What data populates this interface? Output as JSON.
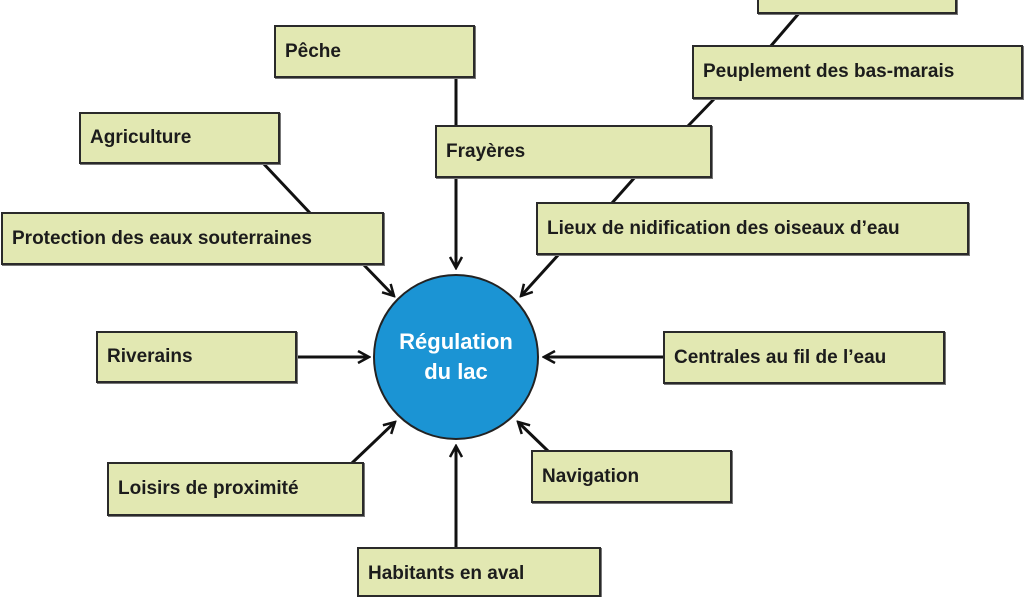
{
  "center": {
    "line1": "Régulation",
    "line2": "du lac"
  },
  "boxes": {
    "top_cut": "",
    "peuplement": "Peuplement des bas-marais",
    "peche": "Pêche",
    "agriculture": "Agriculture",
    "frayeres": "Frayères",
    "protection": "Protection des eaux souterraines",
    "lieux": "Lieux de nidification des oiseaux d’eau",
    "riverains": "Riverains",
    "centrales": "Centrales au fil de l’eau",
    "loisirs": "Loisirs de proximité",
    "navigation": "Navigation",
    "habitants": "Habitants en aval"
  },
  "colors": {
    "box": "#e2e8b2",
    "circle": "#1b94d4"
  }
}
